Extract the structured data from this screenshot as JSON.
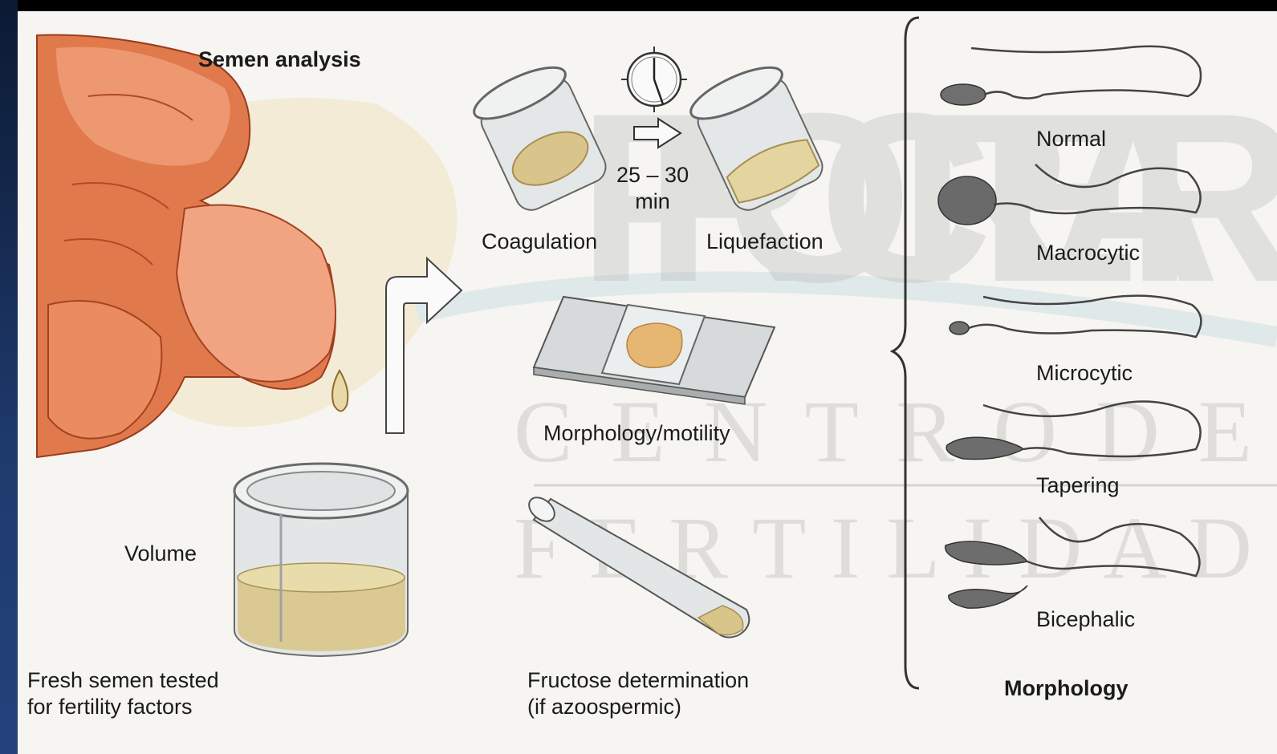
{
  "title": "Semen analysis",
  "labels": {
    "volume": "Volume",
    "fresh": "Fresh semen tested\nfor fertility factors",
    "coagulation": "Coagulation",
    "time": "25 – 30\nmin",
    "liquefaction": "Liquefaction",
    "morph_motility": "Morphology/motility",
    "fructose": "Fructose determination\n(if azoospermic)",
    "morphology_heading": "Morphology"
  },
  "morphology_types": [
    "Normal",
    "Macrocytic",
    "Microcytic",
    "Tapering",
    "Bicephalic"
  ],
  "watermark": {
    "line1": "PROCREAR",
    "line2": "CENTRO DE",
    "line3": "FERTILIDAD"
  },
  "colors": {
    "skin": "#e07a4c",
    "skin_light": "#f1a482",
    "fluid": "#d8c58a",
    "glass": "#cfd3d4",
    "sperm": "#707070",
    "ink": "#1b1b1b",
    "paper": "#f6f5f1"
  }
}
